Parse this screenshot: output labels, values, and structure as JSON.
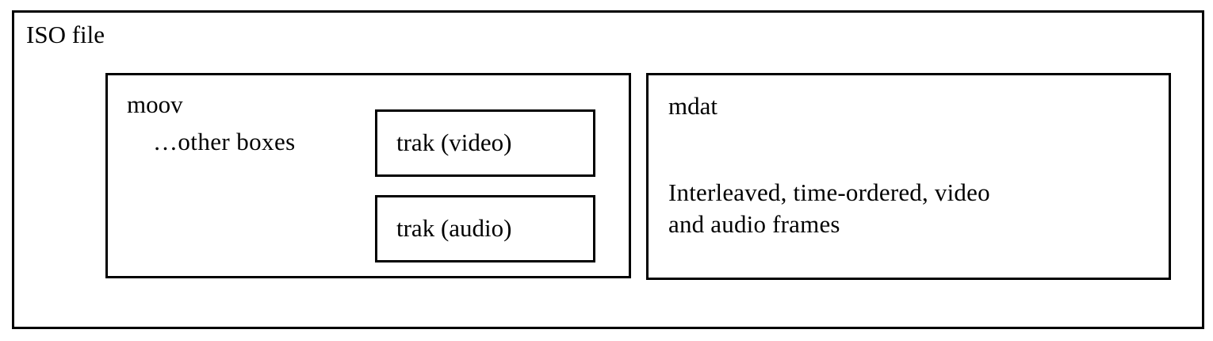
{
  "diagram": {
    "title": "ISO file",
    "background_color": "#ffffff",
    "line_color": "#000000",
    "containers": [
      {
        "id": "iso-file",
        "label": "ISO file"
      },
      {
        "id": "moov",
        "label": "moov",
        "secondary_label": "…other boxes",
        "children": [
          {
            "id": "trak-video",
            "label": "trak (video)"
          },
          {
            "id": "trak-audio",
            "label": "trak (audio)"
          }
        ]
      },
      {
        "id": "mdat",
        "label": "mdat",
        "description": "Interleaved, time-ordered, video\nand audio frames"
      }
    ]
  }
}
